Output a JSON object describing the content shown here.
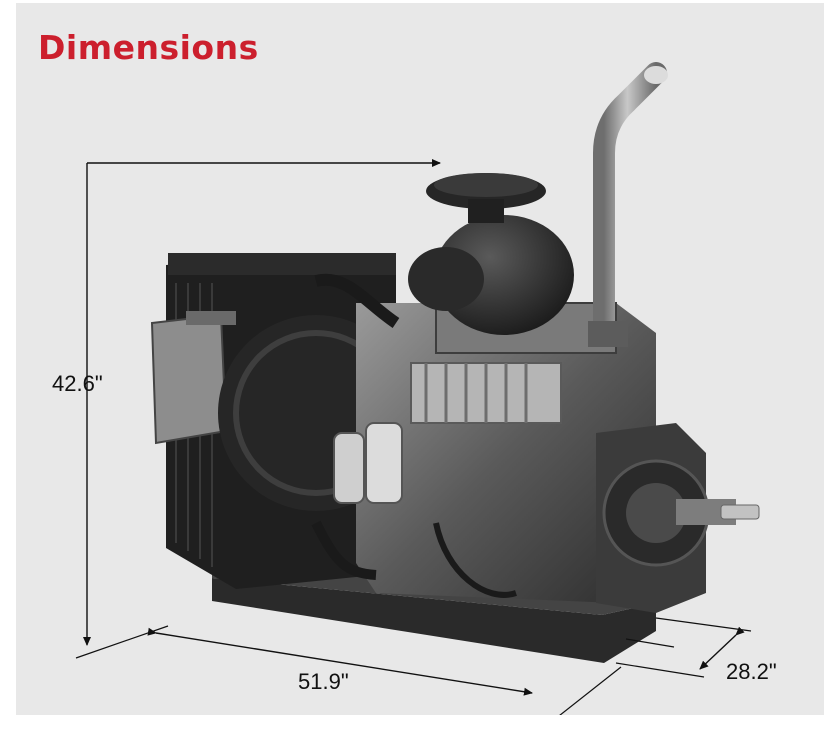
{
  "header": {
    "title": "Dimensions",
    "title_color": "#cc1f2d"
  },
  "dimensions": {
    "height": "42.6\"",
    "length": "51.9\"",
    "depth": "28.2\""
  },
  "colors": {
    "panel_background": "#e8e8e8",
    "line_color": "#111111"
  }
}
